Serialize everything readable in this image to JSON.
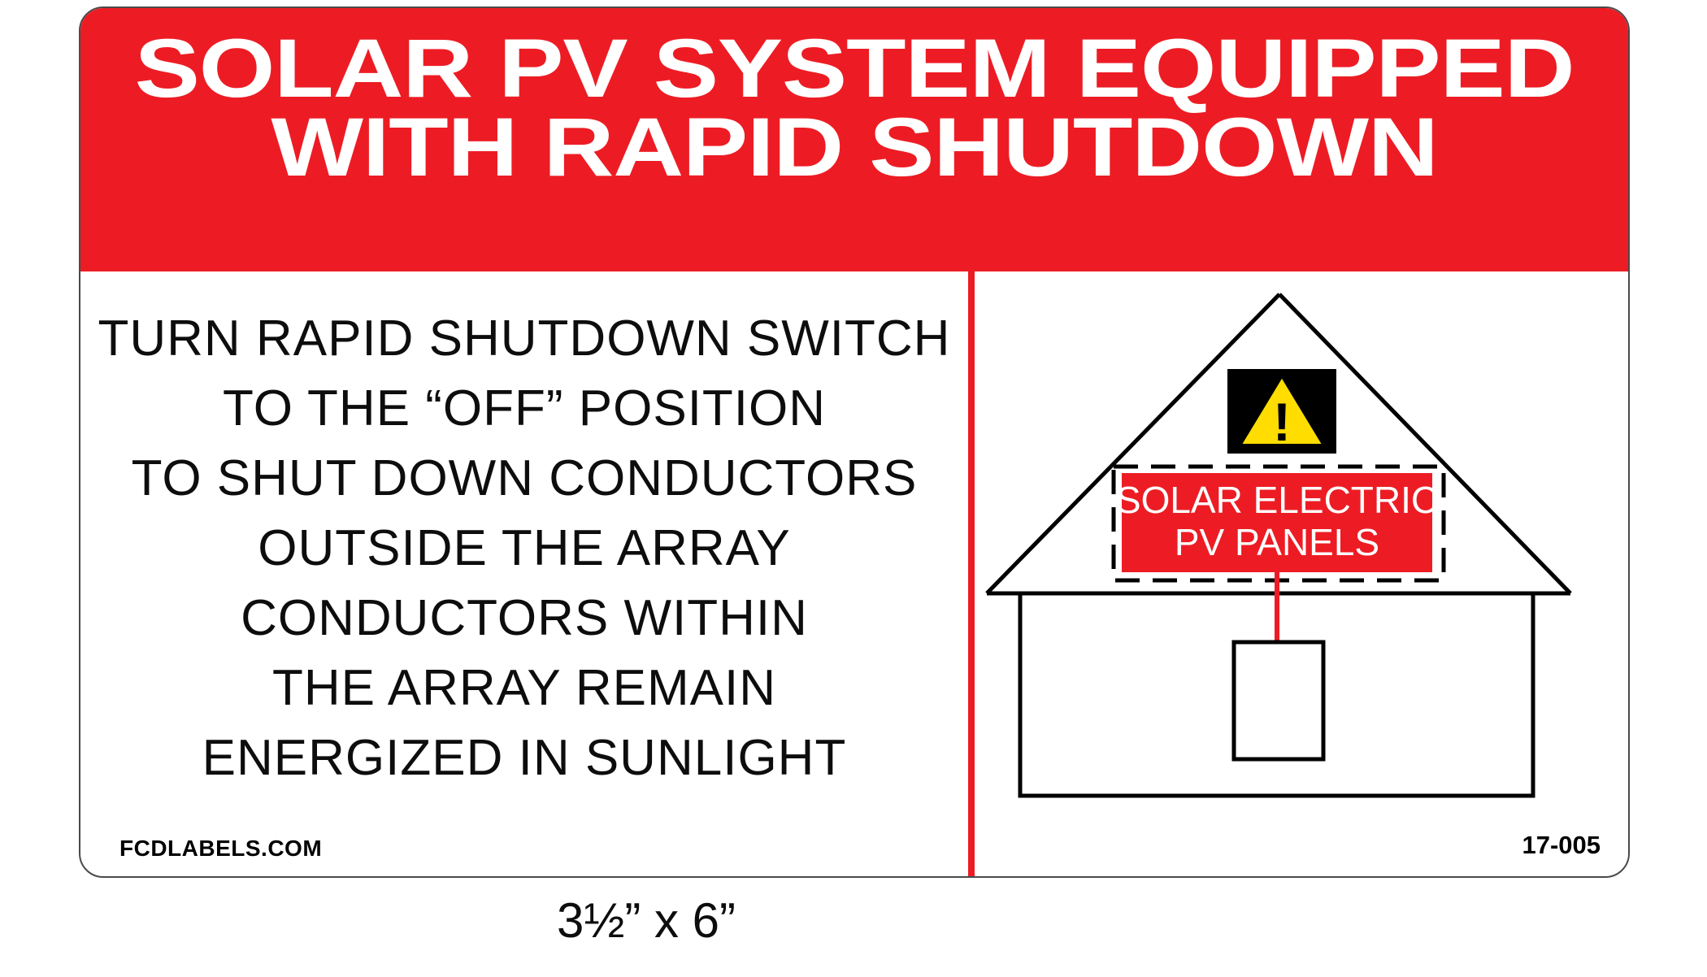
{
  "colors": {
    "red": "#ED1C24",
    "yellow": "#FFDD00"
  },
  "label": {
    "header": {
      "line1": "SOLAR PV SYSTEM EQUIPPED",
      "line2": "WITH RAPID SHUTDOWN"
    },
    "instructions": [
      "TURN RAPID SHUTDOWN SWITCH",
      "TO THE “OFF” POSITION",
      "TO SHUT DOWN CONDUCTORS",
      "OUTSIDE THE ARRAY",
      "CONDUCTORS WITHIN",
      "THE ARRAY REMAIN",
      "ENERGIZED IN SUNLIGHT"
    ],
    "footer": {
      "brand": "FCDLABELS.COM",
      "part_number": "17-005"
    },
    "diagram": {
      "warning_mark": "!",
      "panel_label_line1": "SOLAR ELECTRIC",
      "panel_label_line2": "PV PANELS"
    }
  },
  "caption": "3½” x 6”"
}
